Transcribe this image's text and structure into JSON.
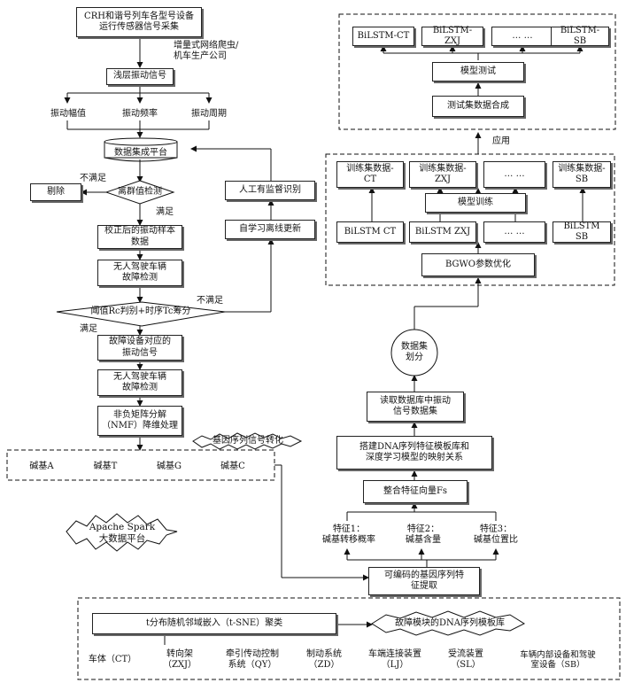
{
  "left": {
    "sensor_collect": "CRH和谐号列车各型号设备\n运行传感器信号采集",
    "source_note": "增量式网络爬虫/\n机车生产公司",
    "shallow_signal": "浅层振动信号",
    "amplitude": "振动幅值",
    "frequency": "振动频率",
    "period": "振动周期",
    "data_platform": "数据集成平台",
    "outlier_check": "离群值检测",
    "remove": "剔除",
    "not_met_1": "不满足",
    "met_1": "满足",
    "corrected_sample": "校正后的振动样本\n数据",
    "fault_detect_1": "无人驾驶车辆\n故障检测",
    "threshold_check": "阈值Rc判别+时序Tc筹分",
    "not_met_2": "不满足",
    "met_2": "满足",
    "fault_signal": "故障设备对应的\n振动信号",
    "fault_detect_2": "无人驾驶车辆\n故障检测",
    "nmf": "非负矩阵分解\n（NMF）降维处理",
    "gene_transform": "基因序列信号转化",
    "bases": [
      "碱基A",
      "碱基T",
      "碱基G",
      "碱基C"
    ],
    "manual_review": "人工有监督识别",
    "self_learning": "自学习离线更新",
    "spark": "Apache Spark\n大数据平台"
  },
  "right": {
    "test_models": [
      "BiLSTM-CT",
      "BiLSTM-ZXJ",
      "… …",
      "BiLSTM-SB"
    ],
    "model_test": "模型测试",
    "test_set": "测试集数据合成",
    "apply": "应用",
    "train_sets": [
      "训练集数据-\nCT",
      "训练集数据-\nZXJ",
      "… …",
      "训练集数据-\nSB"
    ],
    "model_train": "模型训练",
    "train_models": [
      "BiLSTM CT",
      "BiLSTM ZXJ",
      "… …",
      "BiLSTM SB"
    ],
    "bgwo": "BGWO参数优化",
    "dataset_split": "数据集\n划分",
    "read_db": "读取数据库中振动\n信号数据集",
    "build_mapping": "搭建DNA序列特征模板库和\n深度学习模型的映射关系",
    "integrate": "整合特征向量Fs",
    "features": [
      "特征1：\n碱基转移概率",
      "特征2：\n碱基含量",
      "特征3：\n碱基位置比"
    ],
    "extract": "可编码的基因序列特\n征提取"
  },
  "bottom": {
    "tsne": "t分布随机邻域嵌入（t-SNE）聚类",
    "dna_lib": "故障模块的DNA序列模板库",
    "parts": [
      "车体（CT）",
      "转向架\n（ZXJ）",
      "牵引传动控制\n系统（QY）",
      "制动系统\n（ZD）",
      "车端连接装置\n（LJ）",
      "受流装置\n（SL）",
      "车辆内部设备和驾驶\n室设备（SB）"
    ]
  }
}
